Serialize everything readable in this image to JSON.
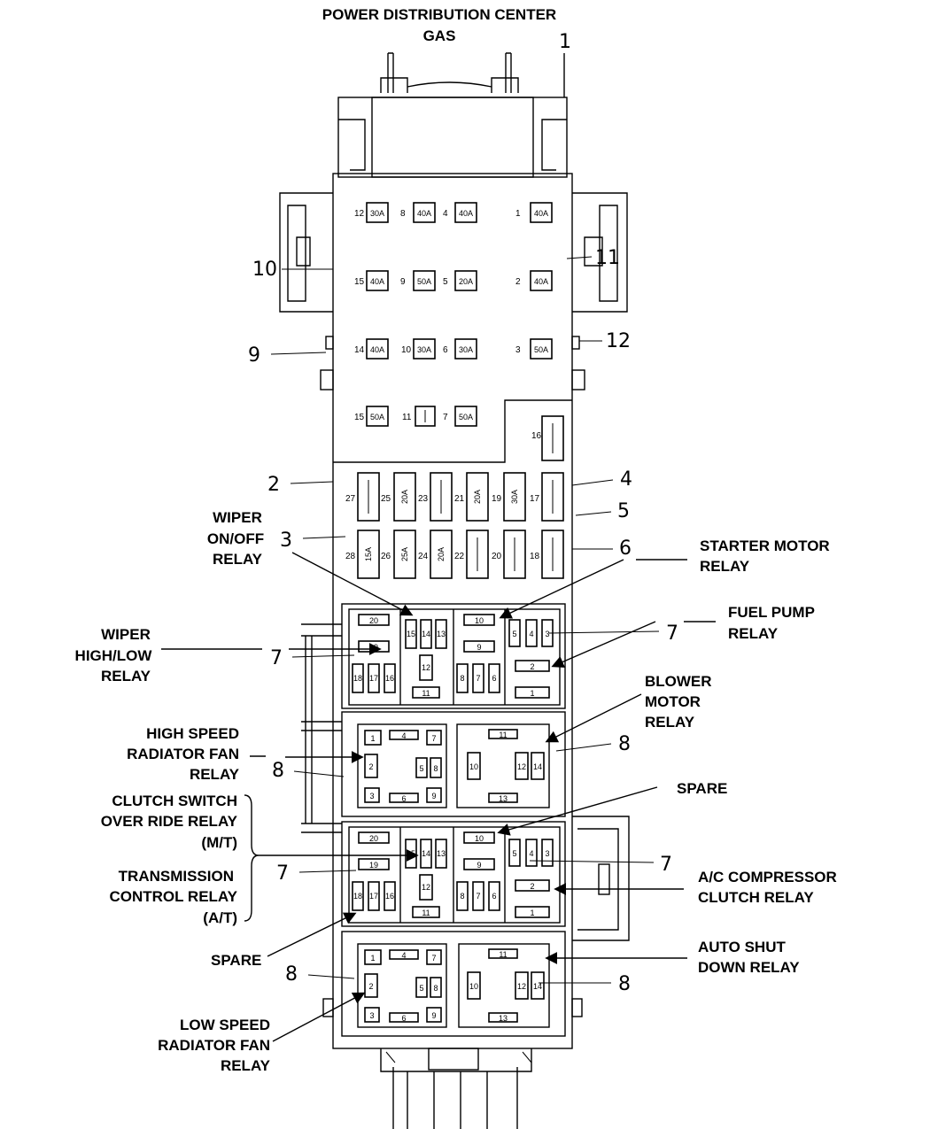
{
  "header": {
    "line1": "POWER DISTRIBUTION CENTER",
    "line2": "GAS"
  },
  "callouts": {
    "n1": "1",
    "n2": "2",
    "n3": "3",
    "n4": "4",
    "n5": "5",
    "n6": "6",
    "n7": "7",
    "n8": "8",
    "n9": "9",
    "n10": "10",
    "n11": "11",
    "n12": "12"
  },
  "labels": {
    "wiper_onoff": [
      "WIPER",
      "ON/OFF",
      "RELAY"
    ],
    "starter_motor": [
      "STARTER MOTOR",
      "RELAY"
    ],
    "fuel_pump": [
      "FUEL PUMP",
      "RELAY"
    ],
    "wiper_highlow": [
      "WIPER",
      "HIGH/LOW",
      "RELAY"
    ],
    "blower_motor": [
      "BLOWER",
      "MOTOR",
      "RELAY"
    ],
    "high_speed_fan": [
      "HIGH SPEED",
      "RADIATOR FAN",
      "RELAY"
    ],
    "spare_top": "SPARE",
    "clutch_switch": [
      "CLUTCH SWITCH",
      "OVER RIDE RELAY",
      "(M/T)"
    ],
    "transmission": [
      "TRANSMISSION",
      "CONTROL RELAY",
      "(A/T)"
    ],
    "ac_compressor": [
      "A/C COMPRESSOR",
      "CLUTCH RELAY"
    ],
    "spare_bottom": "SPARE",
    "auto_shut_down": [
      "AUTO SHUT",
      "DOWN RELAY"
    ],
    "low_speed_fan": [
      "LOW SPEED",
      "RADIATOR FAN",
      "RELAY"
    ]
  },
  "top_fuses": [
    {
      "pos": "12",
      "rating": "30A"
    },
    {
      "pos": "8",
      "rating": "40A"
    },
    {
      "pos": "4",
      "rating": "40A"
    },
    {
      "pos": "1",
      "rating": "40A"
    },
    {
      "pos": "15",
      "rating": "40A"
    },
    {
      "pos": "9",
      "rating": "50A"
    },
    {
      "pos": "5",
      "rating": "20A"
    },
    {
      "pos": "2",
      "rating": "40A"
    },
    {
      "pos": "14",
      "rating": "40A"
    },
    {
      "pos": "10",
      "rating": "30A"
    },
    {
      "pos": "6",
      "rating": "30A"
    },
    {
      "pos": "3",
      "rating": "50A"
    },
    {
      "pos": "15",
      "rating": "50A"
    },
    {
      "pos": "11",
      "rating": ""
    },
    {
      "pos": "7",
      "rating": "50A"
    },
    {
      "pos": "16",
      "rating": ""
    }
  ],
  "mini_fuses": [
    {
      "pos": "27",
      "rating": ""
    },
    {
      "pos": "25",
      "rating": "20A"
    },
    {
      "pos": "23",
      "rating": ""
    },
    {
      "pos": "21",
      "rating": "20A"
    },
    {
      "pos": "19",
      "rating": "30A"
    },
    {
      "pos": "17",
      "rating": ""
    },
    {
      "pos": "28",
      "rating": "15A"
    },
    {
      "pos": "26",
      "rating": "25A"
    },
    {
      "pos": "24",
      "rating": "20A"
    },
    {
      "pos": "22",
      "rating": ""
    },
    {
      "pos": "20",
      "rating": ""
    },
    {
      "pos": "18",
      "rating": ""
    }
  ],
  "relay_pins": {
    "r20": "20",
    "r19": "19",
    "r18": "18",
    "r17": "17",
    "r16": "16",
    "r15": "15",
    "r14": "14",
    "r13": "13",
    "r12": "12",
    "r11": "11",
    "r10": "10",
    "r9": "9",
    "r8": "8",
    "r7": "7",
    "r6": "6",
    "r5": "5",
    "r4": "4",
    "r3": "3",
    "r2": "2",
    "r1": "1"
  }
}
